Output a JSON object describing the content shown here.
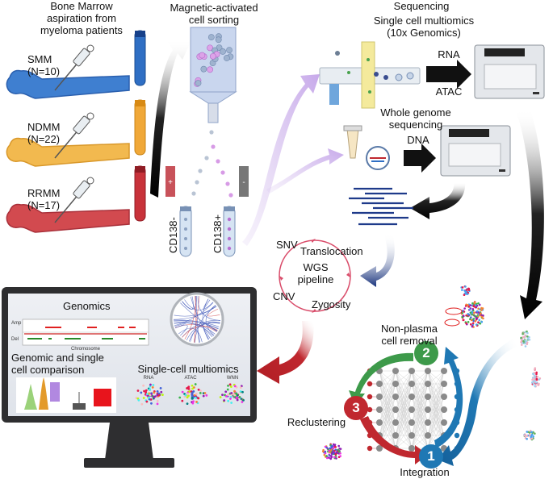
{
  "bone_marrow": {
    "title_line1": "Bone Marrow",
    "title_line2": "aspiration from",
    "title_line3": "myeloma patients",
    "groups": [
      {
        "name": "SMM",
        "count": "(N=10)",
        "color": "#2f6fc4"
      },
      {
        "name": "NDMM",
        "count": "(N=22)",
        "color": "#f0a838"
      },
      {
        "name": "RRMM",
        "count": "(N=17)",
        "color": "#c8323a"
      }
    ]
  },
  "macs": {
    "title_line1": "Magnetic-activated",
    "title_line2": "cell sorting",
    "plus": "+",
    "minus": "-",
    "neg_label": "CD138-",
    "pos_label": "CD138+"
  },
  "sequencing": {
    "title": "Sequencing",
    "multiomics_line1": "Single cell multiomics",
    "multiomics_line2": "(10x Genomics)",
    "rna": "RNA",
    "atac": "ATAC",
    "wgs_line1": "Whole genome",
    "wgs_line2": "sequencing",
    "dna": "DNA"
  },
  "wgs_pipeline": {
    "snv": "SNV",
    "translocation": "Translocation",
    "center_line1": "WGS",
    "center_line2": "pipeline",
    "cnv": "CNV",
    "zygosity": "Zygosity"
  },
  "monitor": {
    "genomics": "Genomics",
    "amp": "Amp",
    "del": "Del",
    "chromosome": "Chromosome",
    "comparison_line1": "Genomic and single",
    "comparison_line2": "cell comparison",
    "multiomics": "Single-cell multiomics",
    "umap_labels": [
      "RNA",
      "ATAC",
      "WNN"
    ]
  },
  "workflow": {
    "step2_line1": "Non-plasma",
    "step2_line2": "cell removal",
    "step3_label": "Reclustering",
    "step1_label": "Integration",
    "step_numbers": [
      "1",
      "2",
      "3"
    ],
    "colors": {
      "step1": "#1f78b4",
      "step2": "#3d9a4a",
      "step3": "#c0282f"
    }
  }
}
